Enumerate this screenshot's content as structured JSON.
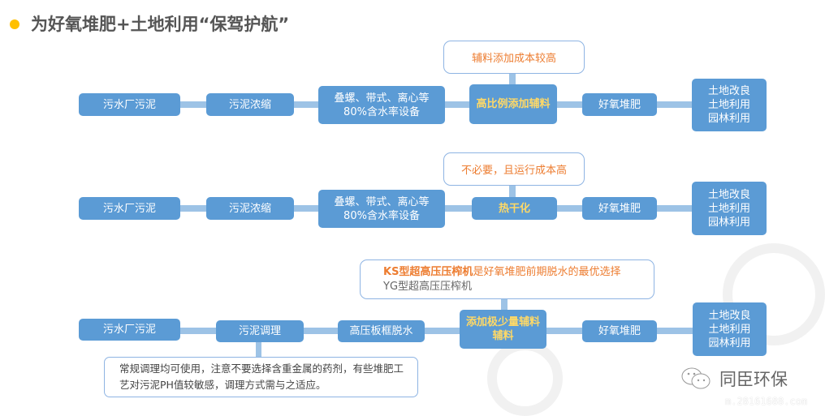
{
  "title": "为好氧堆肥+土地利用“保驾护航”",
  "rows": [
    {
      "steps": [
        "污水厂污泥",
        "污泥浓缩",
        "叠螺、带式、离心等",
        "80%含水率设备",
        "高比例添加辅料",
        "好氧堆肥"
      ],
      "final": [
        "土地改良",
        "土地利用",
        "园林利用"
      ],
      "callout": "辅料添加成本较高"
    },
    {
      "steps": [
        "污水厂污泥",
        "污泥浓缩",
        "叠螺、带式、离心等",
        "80%含水率设备",
        "热干化",
        "好氧堆肥"
      ],
      "final": [
        "土地改良",
        "土地利用",
        "园林利用"
      ],
      "callout": "不必要，且运行成本高"
    },
    {
      "steps": [
        "污水厂污泥",
        "污泥调理",
        "高压板框脱水",
        "添加极少量辅料辅料",
        "好氧堆肥"
      ],
      "final": [
        "土地改良",
        "土地利用",
        "园林利用"
      ],
      "callout_bold": "KS型超高压压榨机",
      "callout_rest": "是好氧堆肥前期脱水的最优选择",
      "callout_line2": "YG型超高压压榨机",
      "note": "常规调理均可使用，注意不要选择含重金属的药剂，有些堆肥工艺对污泥PH值较敏感，调理方式需与之适应。"
    }
  ],
  "logo": "同臣环保",
  "watermark": "m.28161688.com"
}
